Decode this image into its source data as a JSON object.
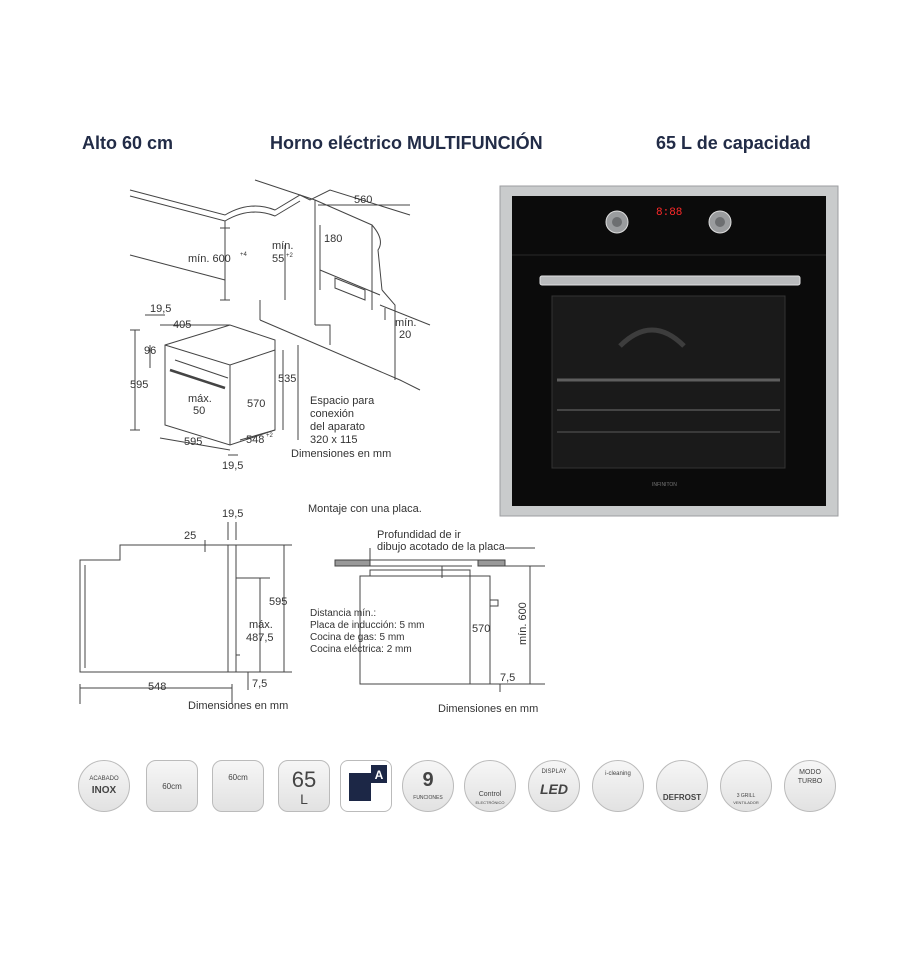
{
  "header": {
    "left": "Alto 60 cm",
    "center": "Horno eléctrico MULTIFUNCIÓN",
    "right": "65 L de capacidad"
  },
  "install_diagram": {
    "dim_560": "560",
    "dim_180": "180",
    "min_600": "mín. 600",
    "min_600_sup": "+4",
    "min_55_a": "mín.",
    "min_55_b": "55",
    "min_55_sup": "+2",
    "min_20_a": "mín.",
    "min_20_b": "20",
    "dim_19_5_top": "19,5",
    "dim_405": "405",
    "dim_96": "96",
    "dim_595_left": "595",
    "max_50_a": "máx.",
    "max_50_b": "50",
    "dim_570": "570",
    "dim_535": "535",
    "dim_595_bottom": "595",
    "dim_548": "548",
    "dim_548_sup": "+2",
    "dim_19_5_bottom": "19,5",
    "espacio_1": "Espacio para",
    "espacio_2": "conexión",
    "espacio_3": "del aparato",
    "espacio_4": "320 x 115",
    "dimensiones": "Dimensiones en mm"
  },
  "side_diagram": {
    "dim_19_5": "19,5",
    "dim_25": "25",
    "dim_595": "595",
    "max_487_a": "máx.",
    "max_487_b": "487,5",
    "dim_548": "548",
    "dim_7_5": "7,5",
    "dimensiones": "Dimensiones en mm"
  },
  "hob_diagram": {
    "title": "Montaje con una placa.",
    "prof_1": "Profundidad de ir",
    "prof_2": "dibujo acotado de la placa",
    "dist_1": "Distancia mín.:",
    "dist_2": "Placa de inducción: 5 mm",
    "dist_3": "Cocina de gas: 5 mm",
    "dist_4": "Cocina eléctrica: 2 mm",
    "dim_570": "570",
    "min_600": "mín. 600",
    "dim_7_5": "7,5",
    "dimensiones": "Dimensiones en mm"
  },
  "oven": {
    "display": "8:88",
    "brand": "INFINITON"
  },
  "features": [
    {
      "name": "inox",
      "line1": "ACABADO",
      "line2": "INOX"
    },
    {
      "name": "height",
      "label": "60cm"
    },
    {
      "name": "width",
      "label": "60cm"
    },
    {
      "name": "capacity",
      "line1": "65",
      "line2": "L"
    },
    {
      "name": "energy",
      "label": "A"
    },
    {
      "name": "functions",
      "line1": "9",
      "line2": "FUNCIONES"
    },
    {
      "name": "control",
      "line1": "Control",
      "line2": "ELECTRÓNICO"
    },
    {
      "name": "display",
      "line1": "DISPLAY",
      "line2": "LED"
    },
    {
      "name": "cleaning",
      "label": "i-cleaning"
    },
    {
      "name": "defrost",
      "label": "DEFROST"
    },
    {
      "name": "grill",
      "line1": "3 GRILL",
      "line2": "VENTILADOR"
    },
    {
      "name": "turbo",
      "line1": "MODO",
      "line2": "TURBO"
    }
  ],
  "colors": {
    "text": "#1f2a44",
    "line": "#444444",
    "oven_frame": "#c9cbcc",
    "oven_glass": "#0b0b0b",
    "display_red": "#ff2a2a",
    "energy_navy": "#1c2746"
  }
}
